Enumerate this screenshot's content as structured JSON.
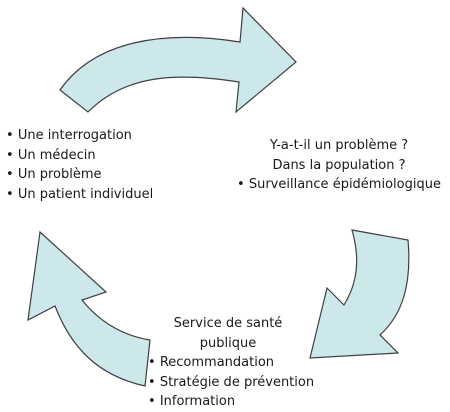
{
  "diagram": {
    "arrow_fill": "#cde8ea",
    "arrow_stroke": "#3f3f3f",
    "left_block": {
      "items": [
        "Une interrogation",
        "Un médecin",
        "Un problème",
        "Un patient individuel"
      ]
    },
    "right_block": {
      "line1": "Y-a-t-il un problème ?",
      "line2": "Dans la population ?",
      "bullet": "Surveillance épidémiologique"
    },
    "bottom_block": {
      "line1": "Service de santé",
      "line2": "publique",
      "items": [
        "Recommandation",
        "Stratégie de prévention",
        "Information"
      ]
    }
  }
}
